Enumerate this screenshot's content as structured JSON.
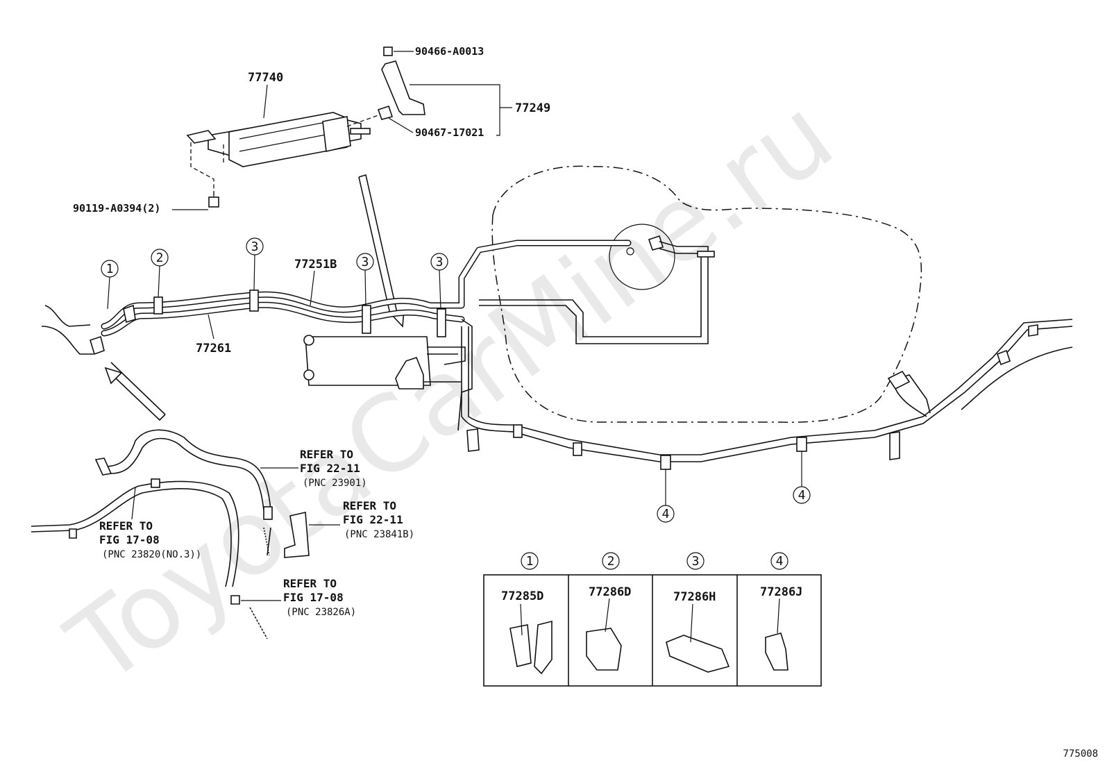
{
  "watermark": "ToyotaCarMine.ru",
  "diagram_id": "775008",
  "parts": {
    "canister_top": "77740",
    "bolt": "90119-A0394(2)",
    "clip_top": "90466-A0013",
    "hose_assy": "77249",
    "clamp_top": "90467-17021",
    "tube_upper": "77251B",
    "tube_lower": "77261"
  },
  "callouts": {
    "c1": "1",
    "c2": "2",
    "c3a": "3",
    "c3b": "3",
    "c3c": "3",
    "c4a": "4",
    "c4b": "4"
  },
  "refs": {
    "ref_a": {
      "line1": "REFER TO",
      "line2": "FIG 22-11",
      "line3": "(PNC 23901)"
    },
    "ref_b": {
      "line1": "REFER TO",
      "line2": "FIG 22-11",
      "line3": "(PNC 23841B)"
    },
    "ref_c": {
      "line1": "REFER TO",
      "line2": "FIG 17-08",
      "line3": "(PNC 23820(NO.3))"
    },
    "ref_d": {
      "line1": "REFER TO",
      "line2": "FIG 17-08",
      "line3": "(PNC 23826A)"
    }
  },
  "legend": [
    {
      "num": "1",
      "part": "77285D"
    },
    {
      "num": "2",
      "part": "77286D"
    },
    {
      "num": "3",
      "part": "77286H"
    },
    {
      "num": "4",
      "part": "77286J"
    }
  ]
}
